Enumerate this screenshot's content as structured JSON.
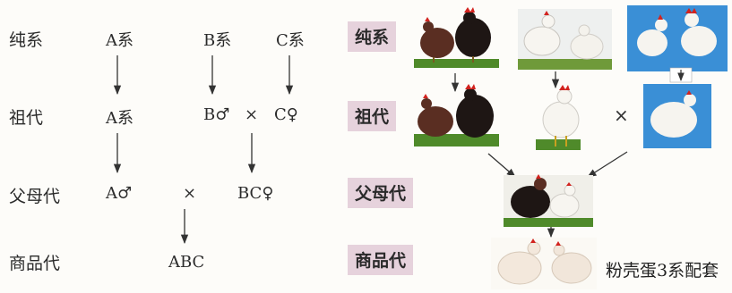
{
  "left": {
    "rows": {
      "pure": "纯系",
      "grandparent": "祖代",
      "parent": "父母代",
      "commercial": "商品代"
    },
    "pure_a": "A系",
    "pure_b": "B系",
    "pure_c": "C系",
    "gp_a": "A系",
    "gp_b": "B♂",
    "gp_times": "×",
    "gp_c": "C♀",
    "p_a": "A♂",
    "p_times": "×",
    "p_bc": "BC♀",
    "c_abc": "ABC"
  },
  "right": {
    "tags": {
      "pure": "纯系",
      "grandparent": "祖代",
      "parent": "父母代",
      "commercial": "商品代"
    },
    "gp_times": "×",
    "caption": "粉壳蛋3系配套"
  },
  "colors": {
    "tag_bg": "#e6d2dc",
    "panel_sky": "#3a8fd6",
    "grass": "#4f8a2a",
    "dark_hen": "#2a1a16",
    "brown_hen": "#5a2e22",
    "white_hen": "#f4f1ec",
    "comb_red": "#d2231f"
  }
}
